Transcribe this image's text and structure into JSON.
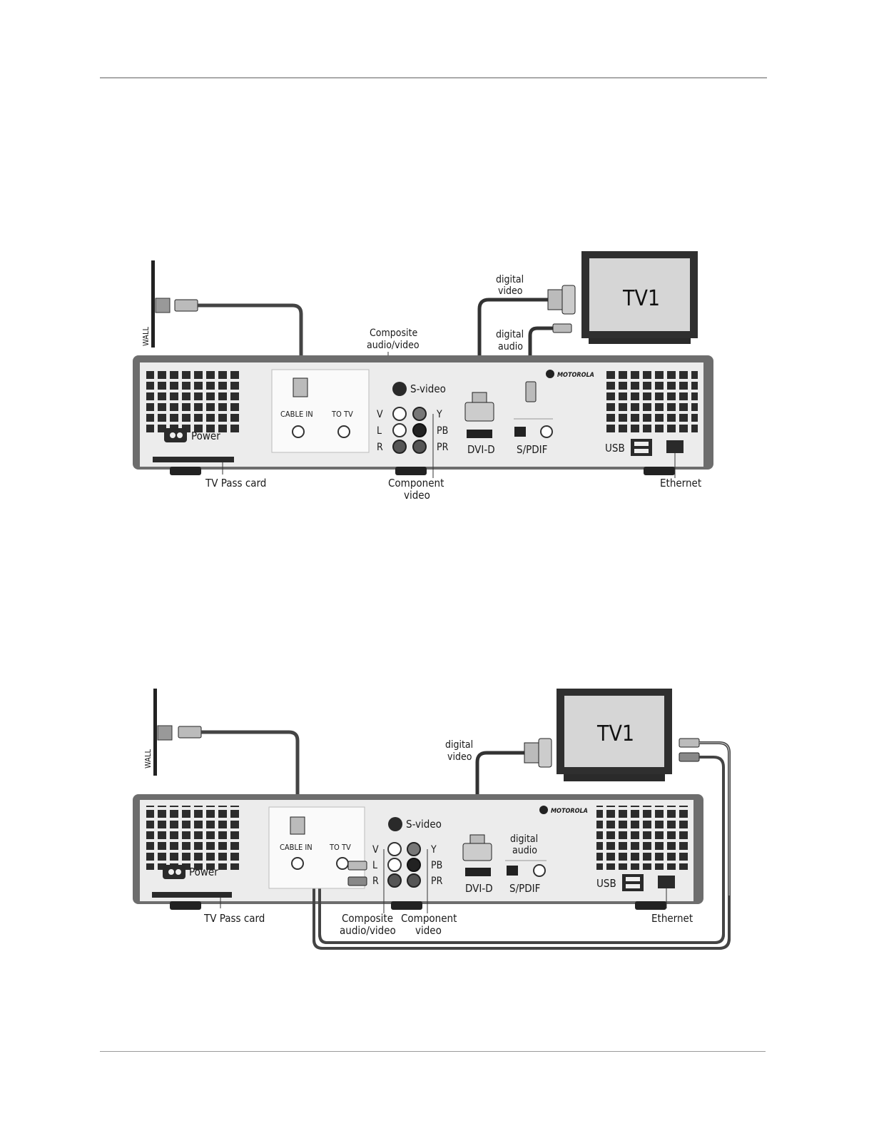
{
  "fig1": {
    "wall": "WALL",
    "digital_video": [
      "digital",
      "video"
    ],
    "digital_audio": [
      "digital",
      "audio"
    ],
    "tv": "TV1",
    "composite": [
      "Composite",
      "audio/video"
    ],
    "svideo": "S-video",
    "brand": "MOTOROLA",
    "cable_in": "CABLE IN",
    "to_tv": "TO TV",
    "power": "Power",
    "v": "V",
    "l": "L",
    "r": "R",
    "y": "Y",
    "pb": "PB",
    "pr": "PR",
    "dvi": "DVI-D",
    "spdif": "S/PDIF",
    "usb": "USB",
    "tvpass": "TV Pass card",
    "component": [
      "Component",
      "video"
    ],
    "ethernet": "Ethernet"
  },
  "fig2": {
    "wall": "WALL",
    "digital_video": [
      "digital",
      "video"
    ],
    "digital_audio": [
      "digital",
      "audio"
    ],
    "tv": "TV1",
    "composite": [
      "Composite",
      "audio/video"
    ],
    "svideo": "S-video",
    "brand": "MOTOROLA",
    "cable_in": "CABLE IN",
    "to_tv": "TO TV",
    "power": "Power",
    "v": "V",
    "l": "L",
    "r": "R",
    "y": "Y",
    "pb": "PB",
    "pr": "PR",
    "dvi": "DVI-D",
    "spdif": "S/PDIF",
    "usb": "USB",
    "tvpass": "TV Pass card",
    "component": [
      "Component",
      "video"
    ],
    "ethernet": "Ethernet"
  },
  "colors": {
    "chassis": "#6d6d6d",
    "panel": "#e8e8e8",
    "cable": "#3a3a3a",
    "tv_screen": "#d6d6d6"
  }
}
